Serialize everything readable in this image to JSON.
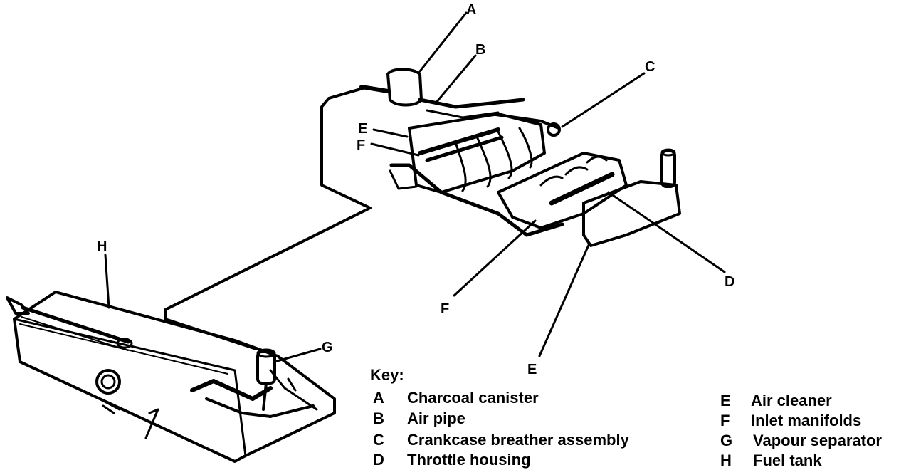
{
  "callouts": {
    "A": "A",
    "B": "B",
    "C": "C",
    "D": "D",
    "E": "E",
    "F": "F",
    "G": "G",
    "H": "H"
  },
  "key": {
    "heading": "Key:",
    "items": [
      {
        "letter": "A",
        "label": "Charcoal canister"
      },
      {
        "letter": "B",
        "label": "Air pipe"
      },
      {
        "letter": "C",
        "label": "Crankcase breather assembly"
      },
      {
        "letter": "D",
        "label": "Throttle housing"
      },
      {
        "letter": "E",
        "label": "Air cleaner"
      },
      {
        "letter": "F",
        "label": "Inlet manifolds"
      },
      {
        "letter": "G",
        "label": "Vapour separator"
      },
      {
        "letter": "H",
        "label": "Fuel tank"
      }
    ]
  }
}
